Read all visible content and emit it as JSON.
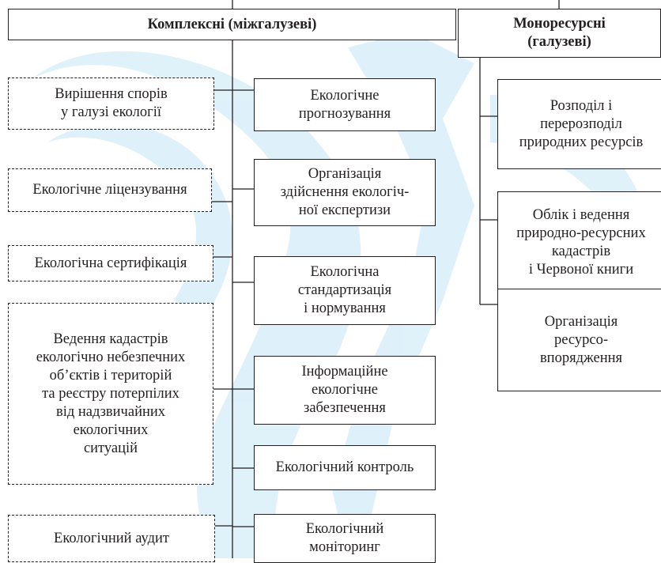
{
  "diagram": {
    "header_complex": "Комплексні (міжгалузеві)",
    "header_mono": "Монoресурсні\n(галузеві)",
    "left_boxes": [
      "Вирішення спорів\nу галузі екології",
      "Екологічне ліцензування",
      "Екологічна сертифікація",
      "Ведення кадастрів\nекологічно небезпечних\nоб’єктів і територій\nта реєстру потерпілих\nвід надзвичайних\nекологічних\nситуацій",
      "Екологічний аудит"
    ],
    "middle_boxes": [
      "Екологічне\nпрогнозування",
      "Організація\nздійснення екологіч-\nної експертизи",
      "Екологічна\nстандартизація\nі нормування",
      "Інформаційне\nекологічне\nзабезпечення",
      "Екологічний контроль",
      "Екологічний\nмоніторинг"
    ],
    "right_boxes": [
      "Розподіл і\nперерозподіл\nприродних ресурсів",
      "Облік і ведення\nприродно-ресурсних\nкадастрів\nі Червоної книги",
      "Організація\nресурсо-\nвпорядження"
    ],
    "colors": {
      "watermark": "#d6ecf7",
      "line": "#231f20"
    }
  }
}
